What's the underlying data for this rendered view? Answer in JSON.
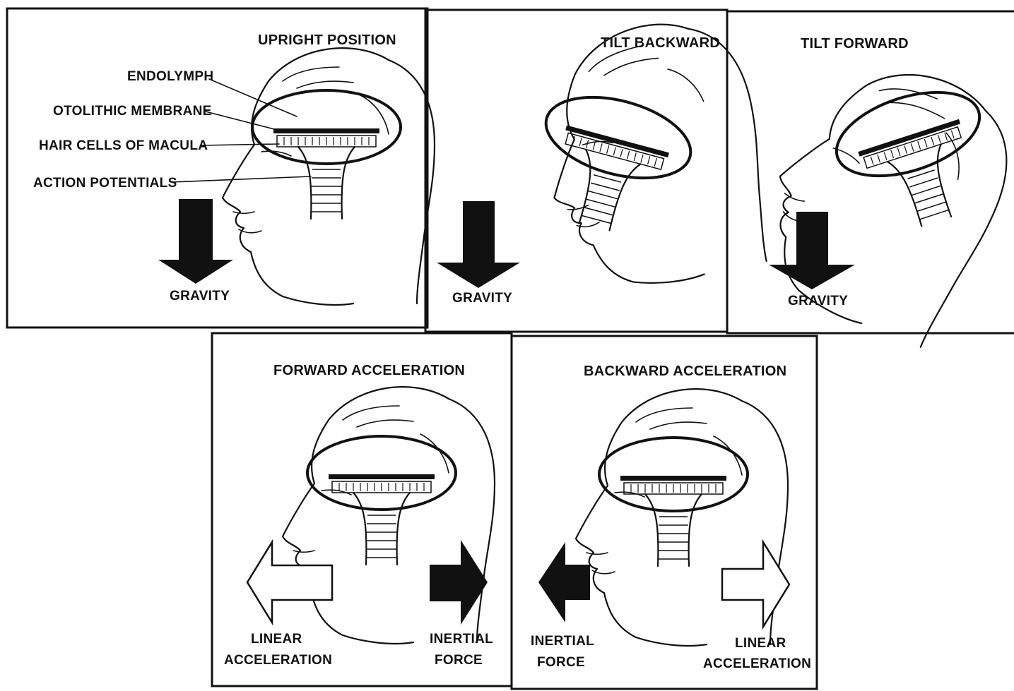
{
  "panels": {
    "upright": {
      "title": "UPRIGHT POSITION",
      "labels": {
        "endolymph": "ENDOLYMPH",
        "otolithic_membrane": "OTOLITHIC MEMBRANE",
        "hair_cells": "HAIR CELLS OF MACULA",
        "action_potentials": "ACTION POTENTIALS"
      },
      "arrow_label": "GRAVITY"
    },
    "tilt_backward": {
      "title": "TILT BACKWARD",
      "arrow_label": "GRAVITY"
    },
    "tilt_forward": {
      "title": "TILT FORWARD",
      "arrow_label": "GRAVITY"
    },
    "forward_acceleration": {
      "title": "FORWARD ACCELERATION",
      "left_label": [
        "LINEAR",
        "ACCELERATION"
      ],
      "right_label": [
        "INERTIAL",
        "FORCE"
      ]
    },
    "backward_acceleration": {
      "title": "BACKWARD ACCELERATION",
      "left_label": [
        "INERTIAL",
        "FORCE"
      ],
      "right_label": [
        "LINEAR",
        "ACCELERATION"
      ]
    }
  },
  "colors": {
    "ink": "#111111",
    "paper": "#ffffff"
  }
}
